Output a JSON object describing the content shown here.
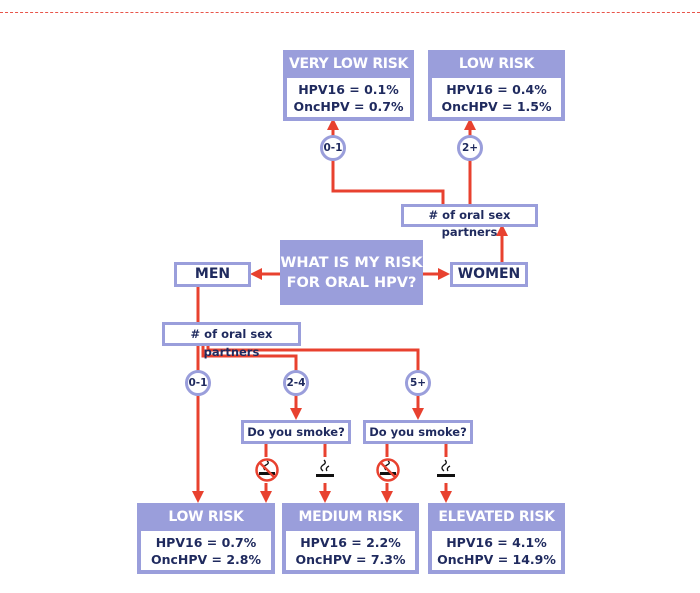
{
  "colors": {
    "accent": "#9a9edb",
    "arrow": "#e8412f",
    "text": "#1f2a5e"
  },
  "question": {
    "line1": "WHAT IS MY RISK",
    "line2": "FOR ORAL HPV?"
  },
  "men": {
    "label": "MEN",
    "partners_label": "# of oral sex partners",
    "branches": [
      "0-1",
      "2-4",
      "5+"
    ],
    "smoke_question": "Do you smoke?",
    "icons": [
      "no-smoking-icon",
      "smoking-icon"
    ],
    "outcomes": [
      {
        "title": "LOW RISK",
        "hpv16": "HPV16 = 0.7%",
        "onchpv": "OncHPV = 2.8%"
      },
      {
        "title": "MEDIUM RISK",
        "hpv16": "HPV16 = 2.2%",
        "onchpv": "OncHPV = 7.3%"
      },
      {
        "title": "ELEVATED RISK",
        "hpv16": "HPV16 = 4.1%",
        "onchpv": "OncHPV = 14.9%"
      }
    ]
  },
  "women": {
    "label": "WOMEN",
    "partners_label": "# of oral sex partners",
    "branches": [
      "0-1",
      "2+"
    ],
    "outcomes": [
      {
        "title": "VERY LOW RISK",
        "hpv16": "HPV16 = 0.1%",
        "onchpv": "OncHPV = 0.7%"
      },
      {
        "title": "LOW RISK",
        "hpv16": "HPV16 = 0.4%",
        "onchpv": "OncHPV = 1.5%"
      }
    ]
  }
}
